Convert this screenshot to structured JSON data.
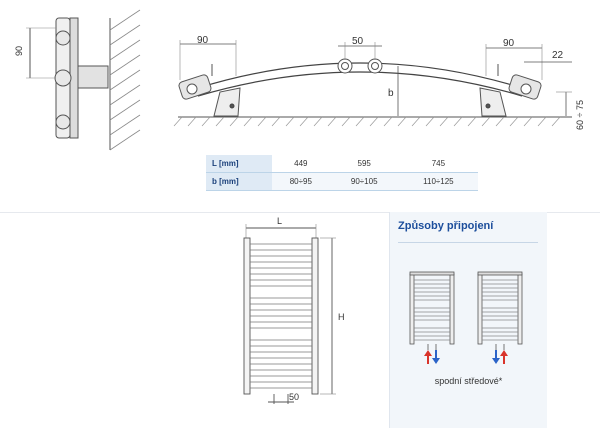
{
  "top_diagram": {
    "dim_90_left": "90",
    "dim_50": "50",
    "dim_90_right": "90",
    "dim_22": "22",
    "dim_b": "b",
    "dim_60_75": "60 ÷ 75",
    "side_dim_90": "90"
  },
  "table": {
    "rows": [
      {
        "label": "L [mm]",
        "values": [
          "449",
          "595",
          "745"
        ]
      },
      {
        "label": "b [mm]",
        "values": [
          "80÷95",
          "90÷105",
          "110÷125"
        ]
      }
    ]
  },
  "front_view": {
    "dim_L": "L",
    "dim_H": "H",
    "dim_50": "50"
  },
  "connections": {
    "title": "Způsoby připojení",
    "caption": "spodní středové*"
  },
  "colors": {
    "title_blue": "#1c4e9c",
    "table_header": "#dfeaf5",
    "arrow_red": "#d9342b",
    "arrow_blue": "#2b63c8"
  }
}
